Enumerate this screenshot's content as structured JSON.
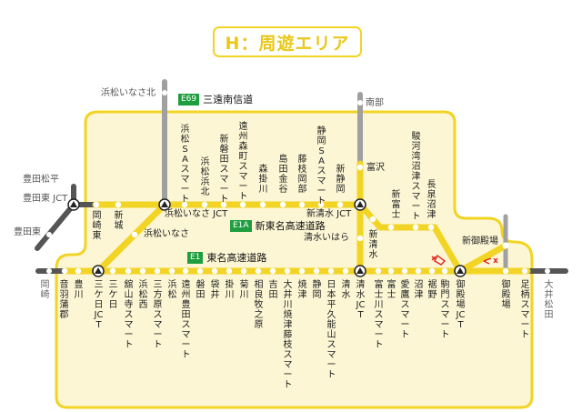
{
  "title": "H：周遊エリア",
  "colors": {
    "area_fill": "#fcf6d4",
    "area_border": "#f2d424",
    "line_yellow": "#f2d424",
    "line_gray": "#a0a0a0",
    "line_dark": "#555555",
    "route_badge": "#1e9e3e",
    "marker_red": "#e02020"
  },
  "routes": [
    {
      "badge": "E69",
      "name": "三遠南信道"
    },
    {
      "badge": "E1A",
      "name": "新東名高速道路"
    },
    {
      "badge": "E1",
      "name": "東名高速道路"
    }
  ],
  "outside_stations": {
    "hamamatsu_inasa_kita": "浜松いなさ北",
    "toyota_matsudaira": "豊田松平",
    "toyota_higashi_jct": "豊田東 JCT",
    "toyota_higashi": "豊田東",
    "okazaki": "岡崎",
    "nanbu": "南部",
    "oi_matsuda": "大井松田"
  },
  "shin_tomei_stations": [
    "岡崎東",
    "新城",
    "浜松SAスマート",
    "浜松浜北",
    "新磐田スマート",
    "遠州森町スマート",
    "森掛川",
    "島田金谷",
    "藤枝岡部",
    "静岡SAスマート",
    "新静岡"
  ],
  "shin_tomei_junctions": {
    "hamamatsu_inasa_jct": "浜松いなさ JCT",
    "hamamatsu_inasa": "浜松いなさ",
    "shin_shimizu_jct": "新清水 JCT",
    "shimizu_ihara": "清水いはら",
    "fujisawa": "富沢",
    "shin_shimizu": "新清水",
    "shin_fuji": "新富士",
    "suruga_wan_numazu_smart": "駿河湾沼津スマート",
    "nagaizumi_numazu": "長泉沼津",
    "shin_gotemba": "新御殿場"
  },
  "tomei_stations": [
    "音羽蒲郡",
    "豊川",
    "三ケ日JCT",
    "三ケ日",
    "舘山寺スマート",
    "浜松西",
    "三方原スマート",
    "浜松",
    "遠州豊田スマート",
    "磐田",
    "袋井",
    "掛川",
    "菊川",
    "相良牧之原",
    "吉田",
    "大井川焼津藤枝スマート",
    "焼津",
    "静岡",
    "日本平久能山スマート",
    "清水",
    "清水JCT",
    "富士川スマート",
    "富士",
    "愛鷹スマート",
    "沼津",
    "裾野",
    "駒門スマート",
    "御殿場JCT",
    "御殿場",
    "足柄スマート"
  ]
}
